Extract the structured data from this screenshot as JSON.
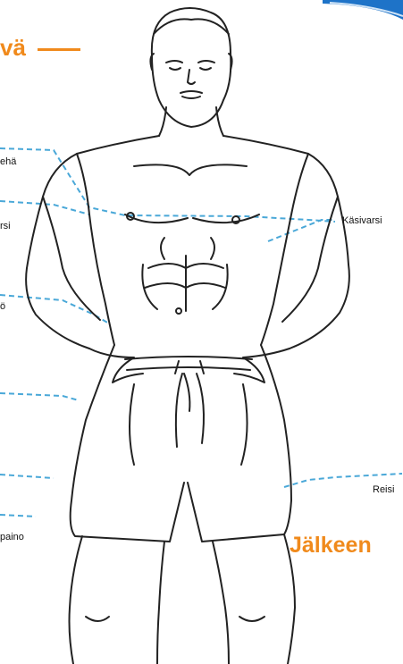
{
  "headings": {
    "before_partial": "vä",
    "after": "Jälkeen"
  },
  "labels": {
    "chest_partial": "ehä",
    "arm_left_partial": "rsi",
    "waist_partial": "ö",
    "arm_right": "Käsivarsi",
    "thigh_right": "Reisi",
    "weight_partial": "paino"
  },
  "colors": {
    "accent": "#f08a1c",
    "guide": "#4aa8d8",
    "line": "#222222",
    "swoosh": "#1e73c8"
  }
}
